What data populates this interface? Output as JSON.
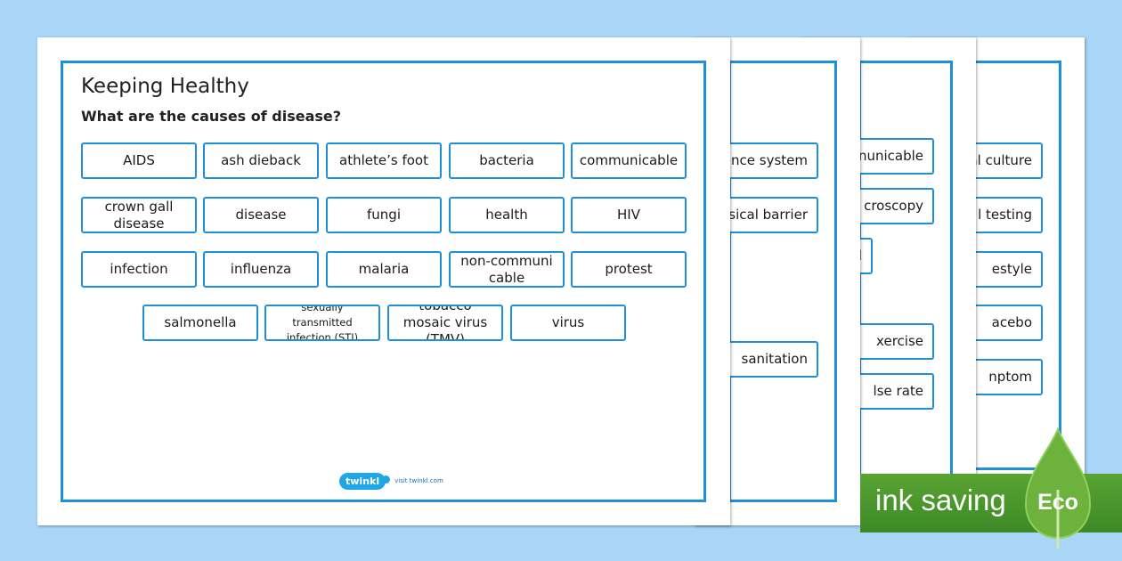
{
  "sheet1": {
    "title": "Keeping Healthy",
    "subtitle": "What are the causes of disease?",
    "cards": {
      "aids": "AIDS",
      "ash_dieback": "ash dieback",
      "athletes_foot": "athlete’s foot",
      "bacteria": "bacteria",
      "communicable": "communicable",
      "crown_gall": "crown gall disease",
      "disease": "disease",
      "fungi": "fungi",
      "health": "health",
      "hiv": "HIV",
      "infection": "infection",
      "influenza": "influenza",
      "malaria": "malaria",
      "non_communicable": "non-communicable",
      "protest": "protest",
      "salmonella": "salmonella",
      "sti": "sexually transmitted infection (STI)",
      "tmv": "tobacco mosaic virus (TMV)",
      "virus": "virus"
    },
    "logo": {
      "brand": "twinkl",
      "url": "visit twinkl.com"
    }
  },
  "sheet2": {
    "cards": {
      "defence_system": "fence system",
      "physical_barrier": "ysical barrier",
      "sanitation": "sanitation"
    }
  },
  "sheet3": {
    "cards": {
      "non_communicable": "nunicable",
      "microscopy": "croscopy",
      "small": "l",
      "exercise": "xercise",
      "pulse_rate": "lse rate"
    }
  },
  "sheet4": {
    "cards": {
      "culture": "al culture",
      "testing": "l testing",
      "lifestyle": "estyle",
      "placebo": "acebo",
      "symptom": "nptom"
    }
  },
  "eco_badge": {
    "label": "ink saving",
    "badge": "Eco",
    "color": "#4a9a2d"
  },
  "colors": {
    "background": "#a9d6f7",
    "border": "#1e8fd9"
  }
}
